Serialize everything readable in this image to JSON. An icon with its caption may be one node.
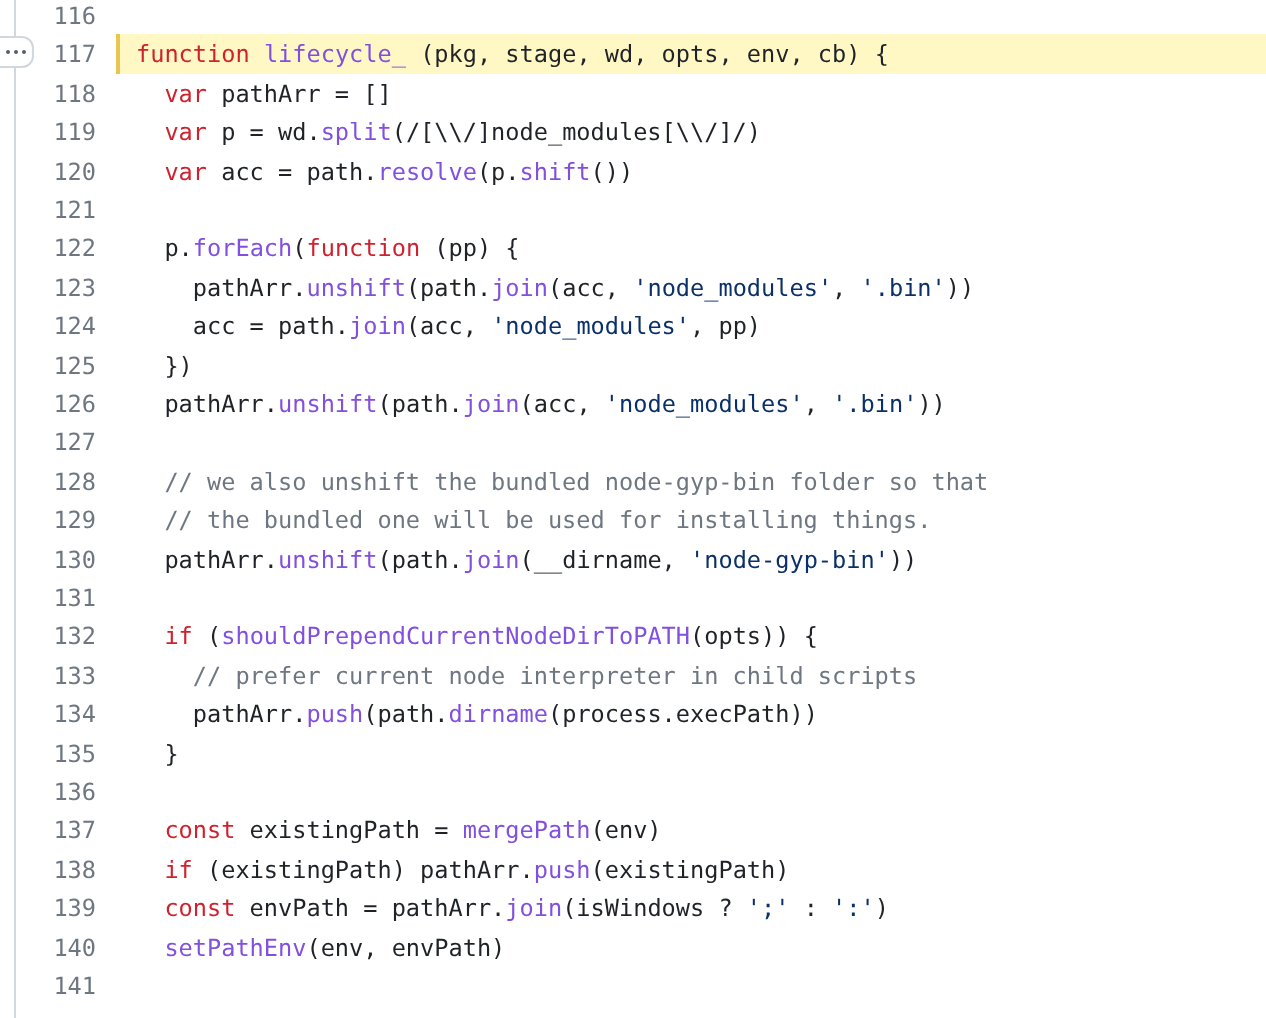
{
  "diagram": {
    "labels": [
      "116",
      "117",
      "function lifecycle_ (pkg, stage, wd, opts, env, cb) {",
      "118",
      "var pathArr = []",
      "119",
      "var p = wd.split(/[\\\\/]node_modules[\\\\/]/)",
      "120",
      "var acc = path.resolve(p.shift())",
      "121",
      "122",
      "p.forEach(function (pp) {",
      "123",
      "pathArr.unshift(path.join(acc, 'node_modules', '.bin'))",
      "124",
      "acc = path.join(acc, 'node_modules', pp)",
      "125",
      "})",
      "126",
      "pathArr.unshift(path.join(acc, 'node_modules', '.bin'))",
      "127",
      "128",
      "// we also unshift the bundled node-gyp-bin folder so that",
      "129",
      "// the bundled one will be used for installing things.",
      "130",
      "pathArr.unshift(path.join(__dirname, 'node-gyp-bin'))",
      "131",
      "132",
      "if (shouldPrependCurrentNodeDirToPATH(opts)) {",
      "133",
      "// prefer current node interpreter in child scripts",
      "134",
      "pathArr.push(path.dirname(process.execPath))",
      "135",
      "}",
      "136",
      "137",
      "const existingPath = mergePath(env)",
      "138",
      "if (existingPath) pathArr.push(existingPath)",
      "139",
      "const envPath = pathArr.join(isWindows ? ';' : ':')",
      "140",
      "setPathEnv(env, envPath)",
      "141"
    ]
  }
}
